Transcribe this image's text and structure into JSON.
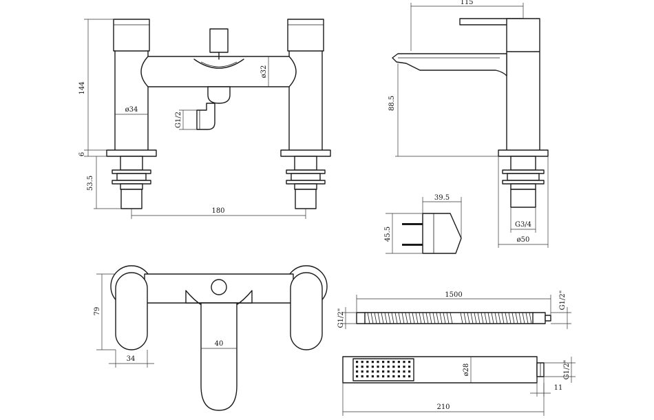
{
  "dimensions": {
    "bath_height": "144",
    "bath_base_plate": "6",
    "bath_shank": "53.5",
    "bath_centres": "180",
    "bath_body_dia": "ø32",
    "bath_pillar_dia": "ø34",
    "bath_outlet_thread": "G1/2",
    "basin_reach": "115",
    "basin_height": "88.5",
    "basin_thread": "G3/4",
    "basin_base_dia": "ø50",
    "bracket_width": "39.5",
    "bracket_height": "45.5",
    "plan_depth": "79",
    "plan_outlet": "40",
    "plan_handle": "34",
    "hose_length": "1500",
    "hose_thread_left": "G1/2\"",
    "hose_thread_right": "G1/2\"",
    "handset_dia": "ø28",
    "handset_thread": "G1/2\"",
    "handset_connector": "11",
    "handset_length": "210"
  },
  "colors": {
    "line": "#1a1a1a",
    "background": "#ffffff"
  }
}
